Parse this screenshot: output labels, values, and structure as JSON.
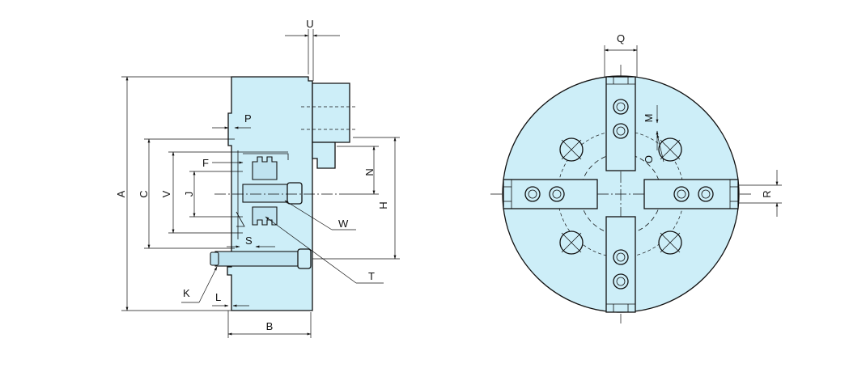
{
  "colors": {
    "body": "#cdeef8",
    "line": "#111111",
    "background": "#ffffff"
  },
  "labels": {
    "A": "A",
    "B": "B",
    "C": "C",
    "V": "V",
    "J": "J",
    "F": "F",
    "P": "P",
    "U": "U",
    "N": "N",
    "H": "H",
    "W": "W",
    "S": "S",
    "T": "T",
    "K": "K",
    "L": "L",
    "Q": "Q",
    "M": "M",
    "O": "O",
    "R": "R"
  }
}
